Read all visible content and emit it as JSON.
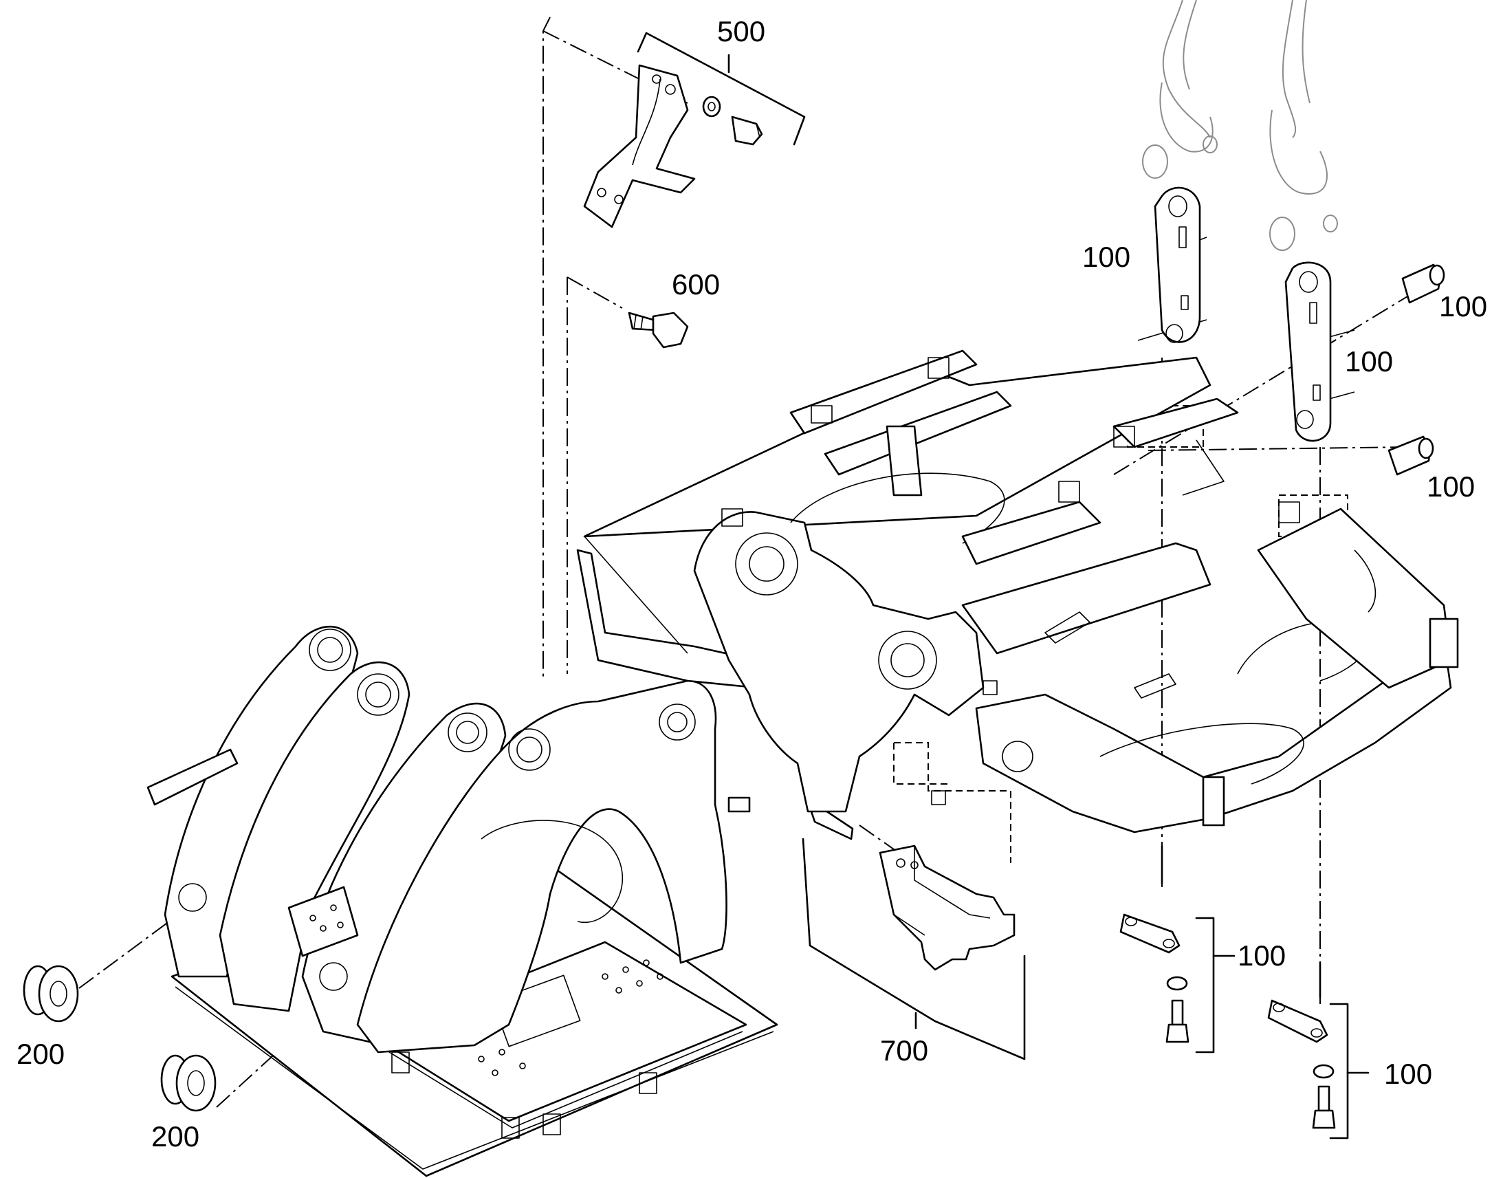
{
  "callouts": {
    "c500": "500",
    "c600": "600",
    "c100_link_left": "100",
    "c100_pin_upper": "100",
    "c100_link_right": "100",
    "c100_pin_lower": "100",
    "c100_plate_left": "100",
    "c100_plate_right": "100",
    "c200_upper": "200",
    "c200_lower": "200",
    "c700": "700"
  }
}
